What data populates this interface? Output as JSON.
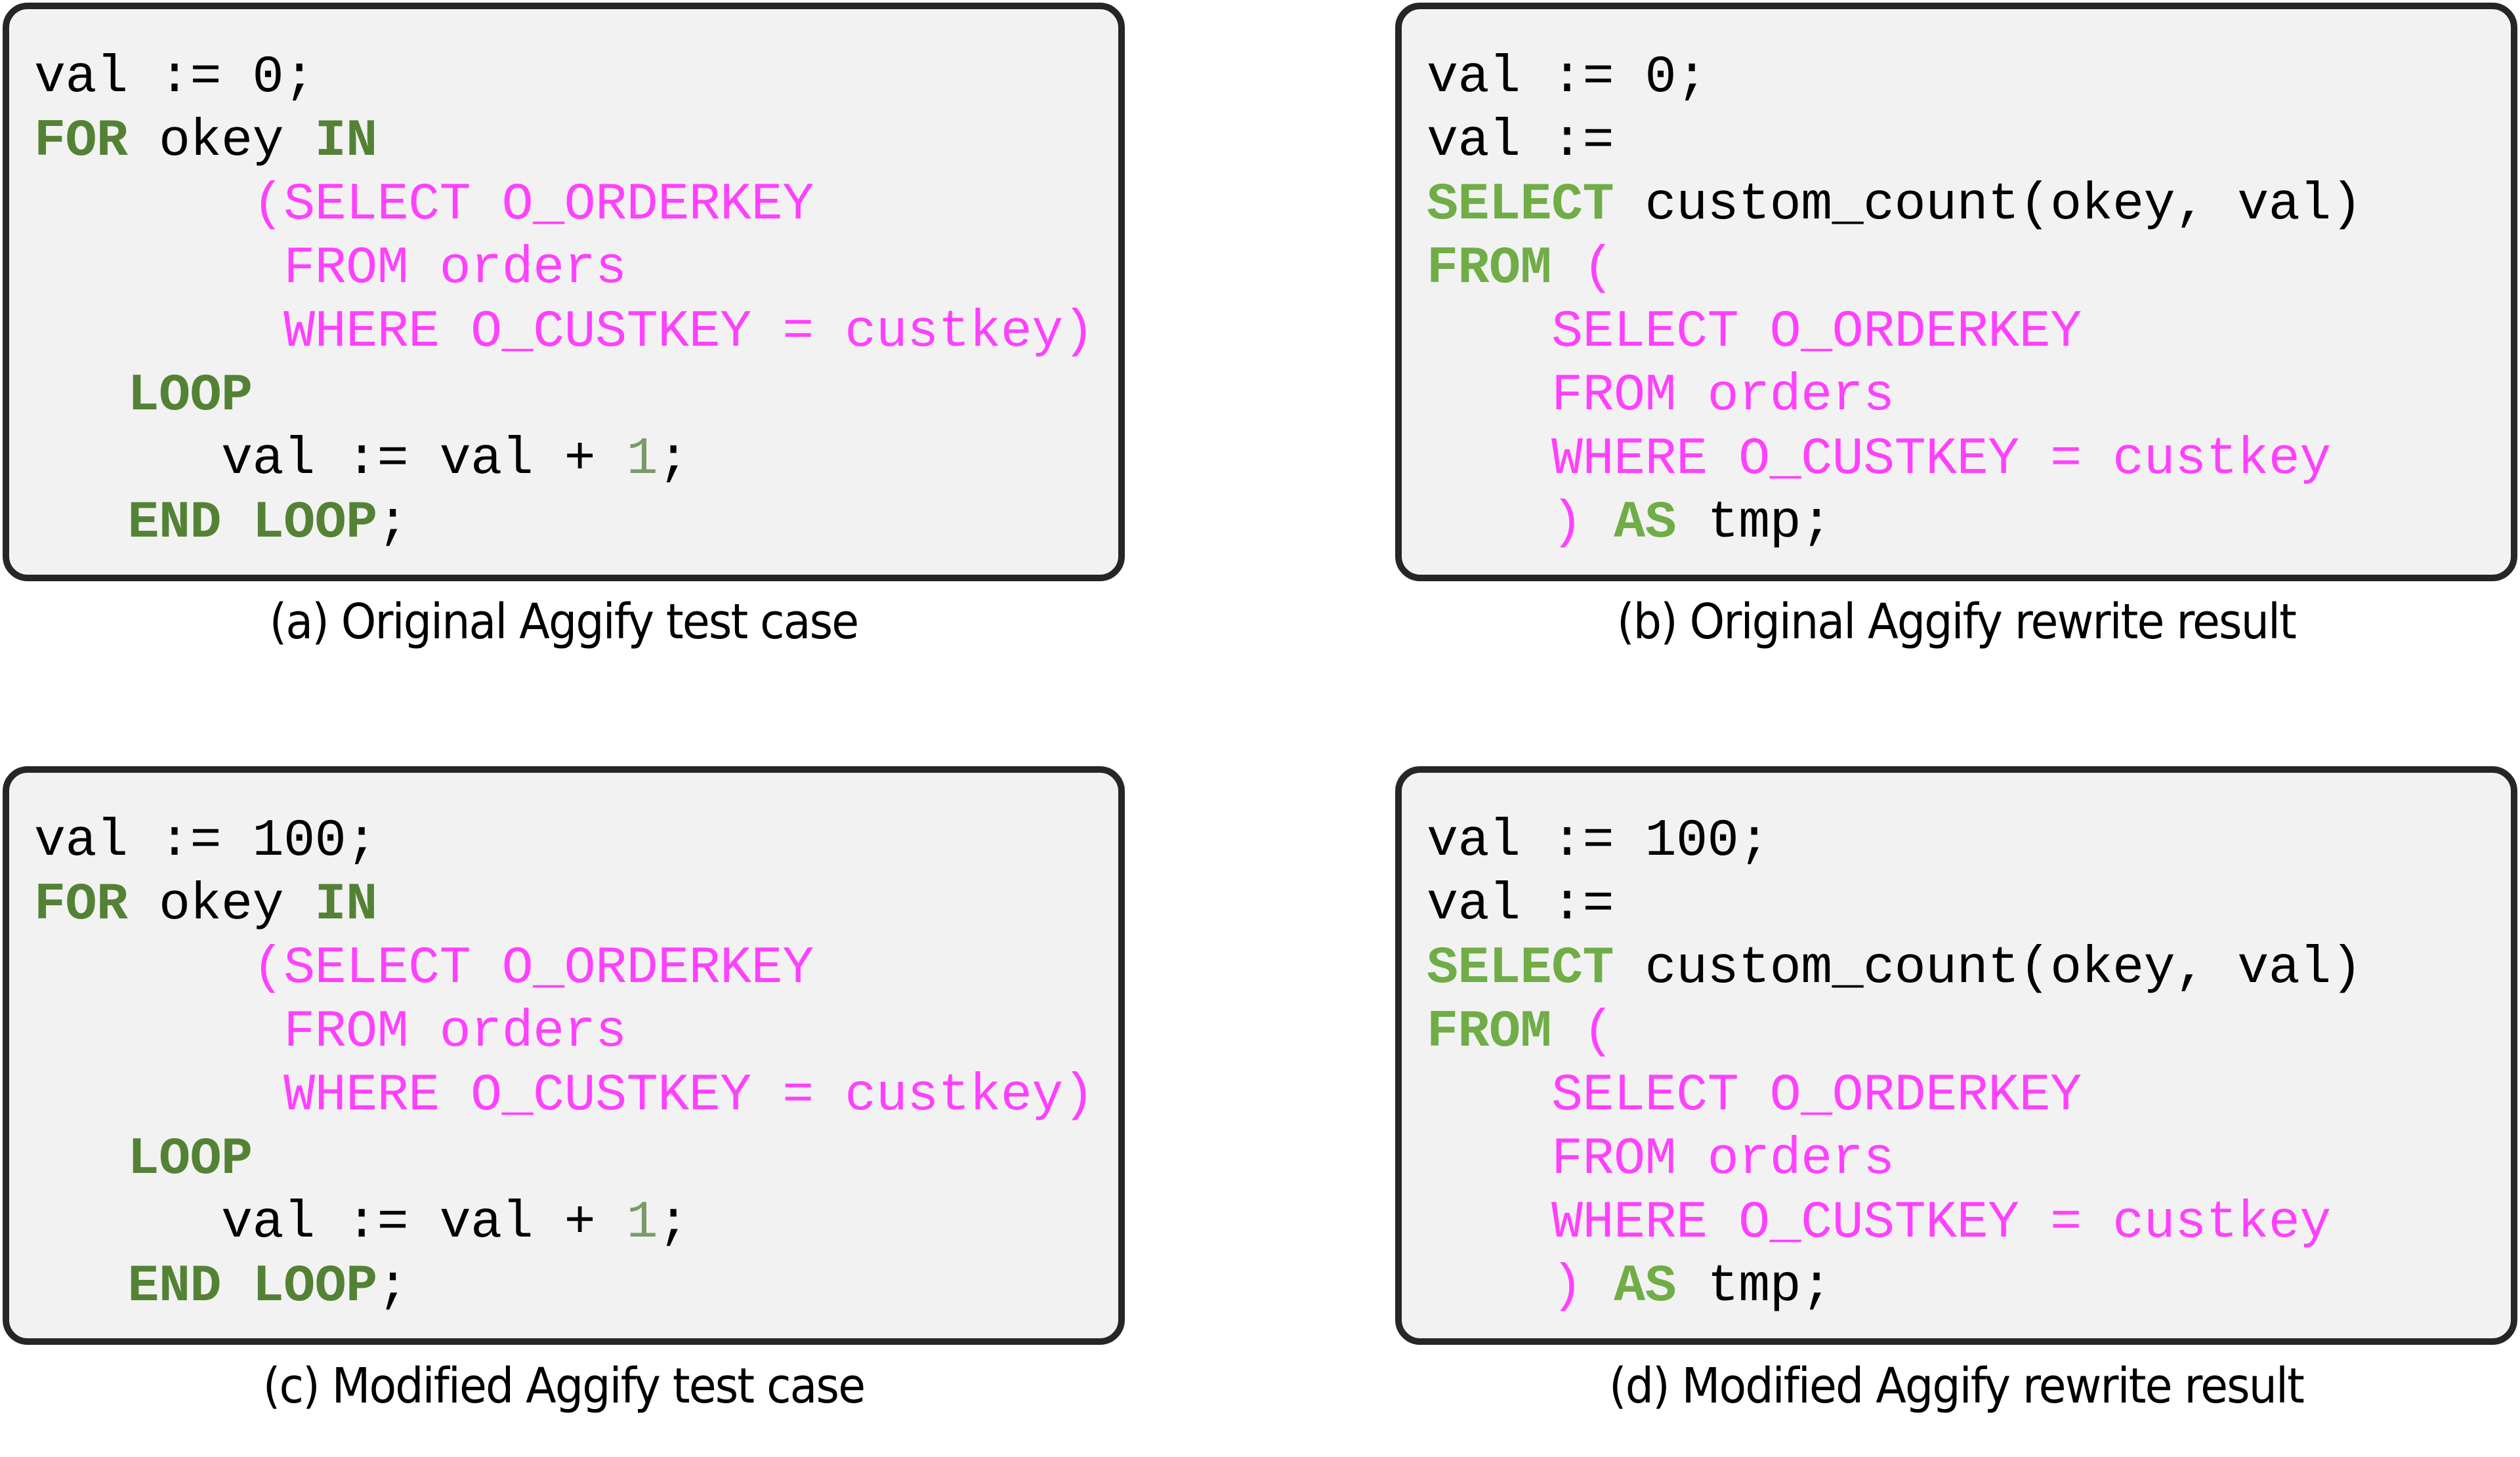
{
  "colors": {
    "panel_background": "#f2f2f2",
    "panel_border": "#262626",
    "keyword_dark_green": "#548235",
    "keyword_light_green": "#70ad47",
    "sql_pink": "#ff40ff",
    "number_sage": "#7b9a6a",
    "text": "#000000"
  },
  "panels": [
    {
      "id": "a",
      "caption": "(a) Original Aggify test case",
      "lines": [
        [
          {
            "t": "val := 0;",
            "k": "plain"
          }
        ],
        [
          {
            "t": "FOR",
            "k": "kw-dark"
          },
          {
            "t": " okey ",
            "k": "plain"
          },
          {
            "t": "IN",
            "k": "kw-dark"
          }
        ],
        [
          {
            "t": "       (SELECT O_ORDERKEY",
            "k": "sql"
          }
        ],
        [
          {
            "t": "        FROM orders",
            "k": "sql"
          }
        ],
        [
          {
            "t": "        WHERE O_CUSTKEY = custkey)",
            "k": "sql"
          }
        ],
        [
          {
            "t": "   ",
            "k": "plain"
          },
          {
            "t": "LOOP",
            "k": "kw-dark"
          }
        ],
        [
          {
            "t": "      val := val + ",
            "k": "plain"
          },
          {
            "t": "1",
            "k": "num"
          },
          {
            "t": ";",
            "k": "plain"
          }
        ],
        [
          {
            "t": "   ",
            "k": "plain"
          },
          {
            "t": "END LOOP",
            "k": "kw-dark"
          },
          {
            "t": ";",
            "k": "plain"
          }
        ]
      ]
    },
    {
      "id": "b",
      "caption": "(b) Original Aggify rewrite result",
      "lines": [
        [
          {
            "t": "val := 0;",
            "k": "plain"
          }
        ],
        [
          {
            "t": "val :=",
            "k": "plain"
          }
        ],
        [
          {
            "t": "SELECT",
            "k": "kw-light"
          },
          {
            "t": " custom_count(okey, val)",
            "k": "plain"
          }
        ],
        [
          {
            "t": "FROM",
            "k": "kw-light"
          },
          {
            "t": " (",
            "k": "sql"
          }
        ],
        [
          {
            "t": "    SELECT O_ORDERKEY",
            "k": "sql"
          }
        ],
        [
          {
            "t": "    FROM orders",
            "k": "sql"
          }
        ],
        [
          {
            "t": "    WHERE O_CUSTKEY = custkey",
            "k": "sql"
          }
        ],
        [
          {
            "t": "    )",
            "k": "sql"
          },
          {
            "t": " ",
            "k": "plain"
          },
          {
            "t": "AS",
            "k": "kw-light"
          },
          {
            "t": " tmp;",
            "k": "plain"
          }
        ]
      ]
    },
    {
      "id": "c",
      "caption": "(c) Modified Aggify test case",
      "lines": [
        [
          {
            "t": "val := 100;",
            "k": "plain"
          }
        ],
        [
          {
            "t": "FOR",
            "k": "kw-dark"
          },
          {
            "t": " okey ",
            "k": "plain"
          },
          {
            "t": "IN",
            "k": "kw-dark"
          }
        ],
        [
          {
            "t": "       (SELECT O_ORDERKEY",
            "k": "sql"
          }
        ],
        [
          {
            "t": "        FROM orders",
            "k": "sql"
          }
        ],
        [
          {
            "t": "        WHERE O_CUSTKEY = custkey)",
            "k": "sql"
          }
        ],
        [
          {
            "t": "   ",
            "k": "plain"
          },
          {
            "t": "LOOP",
            "k": "kw-dark"
          }
        ],
        [
          {
            "t": "      val := val + ",
            "k": "plain"
          },
          {
            "t": "1",
            "k": "num"
          },
          {
            "t": ";",
            "k": "plain"
          }
        ],
        [
          {
            "t": "   ",
            "k": "plain"
          },
          {
            "t": "END LOOP",
            "k": "kw-dark"
          },
          {
            "t": ";",
            "k": "plain"
          }
        ]
      ]
    },
    {
      "id": "d",
      "caption": "(d) Modified Aggify rewrite result",
      "lines": [
        [
          {
            "t": "val := 100;",
            "k": "plain"
          }
        ],
        [
          {
            "t": "val :=",
            "k": "plain"
          }
        ],
        [
          {
            "t": "SELECT",
            "k": "kw-light"
          },
          {
            "t": " custom_count(okey, val)",
            "k": "plain"
          }
        ],
        [
          {
            "t": "FROM",
            "k": "kw-light"
          },
          {
            "t": " (",
            "k": "sql"
          }
        ],
        [
          {
            "t": "    SELECT O_ORDERKEY",
            "k": "sql"
          }
        ],
        [
          {
            "t": "    FROM orders",
            "k": "sql"
          }
        ],
        [
          {
            "t": "    WHERE O_CUSTKEY = custkey",
            "k": "sql"
          }
        ],
        [
          {
            "t": "    )",
            "k": "sql"
          },
          {
            "t": " ",
            "k": "plain"
          },
          {
            "t": "AS",
            "k": "kw-light"
          },
          {
            "t": " tmp;",
            "k": "plain"
          }
        ]
      ]
    }
  ]
}
